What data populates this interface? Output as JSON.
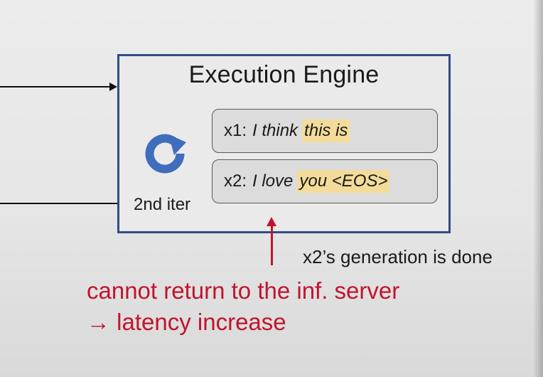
{
  "engine": {
    "title": "Execution Engine",
    "iteration_label": "2nd iter"
  },
  "sequences": [
    {
      "id": "x1:",
      "text": "I think",
      "highlight": "this is"
    },
    {
      "id": "x2:",
      "text": "I love",
      "highlight": "you <EOS>"
    }
  ],
  "annotations": {
    "done_note": "x2’s generation is done",
    "problem_line1": "cannot return to the inf. server",
    "problem_line2": "→ latency increase"
  },
  "colors": {
    "box_border": "#2f4d86",
    "refresh_icon": "#3e6ebd",
    "highlight": "#f3dc9a",
    "alert_red": "#c0142e"
  },
  "icons": {
    "refresh": "refresh-cycle-icon"
  }
}
